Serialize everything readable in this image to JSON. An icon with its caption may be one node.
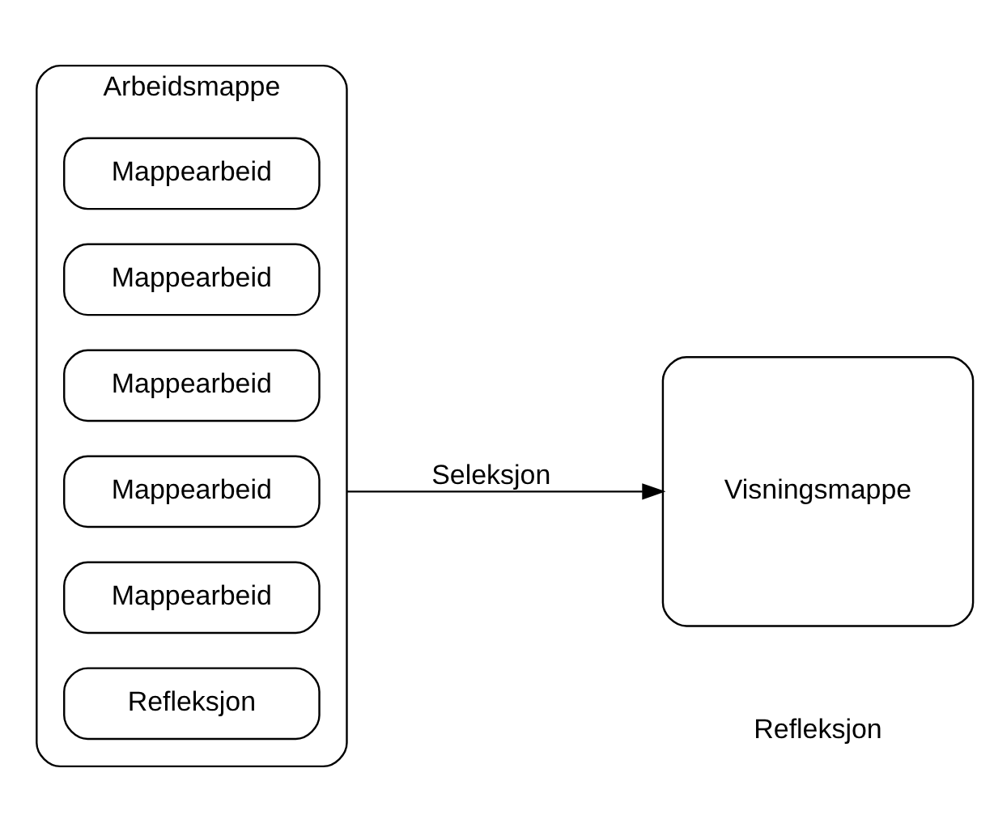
{
  "diagram": {
    "nodes": [
      {
        "text": [
          "Arbeidsmappe"
        ]
      },
      {
        "text": [
          "Mappearbeid"
        ],
        "in": 0
      },
      {
        "text": [
          "Mappearbeid"
        ],
        "in": 0
      },
      {
        "text": [
          "Mappearbeid"
        ],
        "in": 0
      },
      {
        "text": [
          "Mappearbeid"
        ],
        "in": 0
      },
      {
        "text": [
          "Mappearbeid"
        ],
        "in": 0
      },
      {
        "text": [
          "Refleksjon"
        ],
        "in": 0
      },
      {
        "text": [
          "Visningsmappe"
        ]
      }
    ],
    "edges": [
      {
        "from": 0,
        "to": 7,
        "arrow": "to",
        "label": "Seleksjon"
      }
    ],
    "labels": [
      "Refleksjon"
    ]
  }
}
